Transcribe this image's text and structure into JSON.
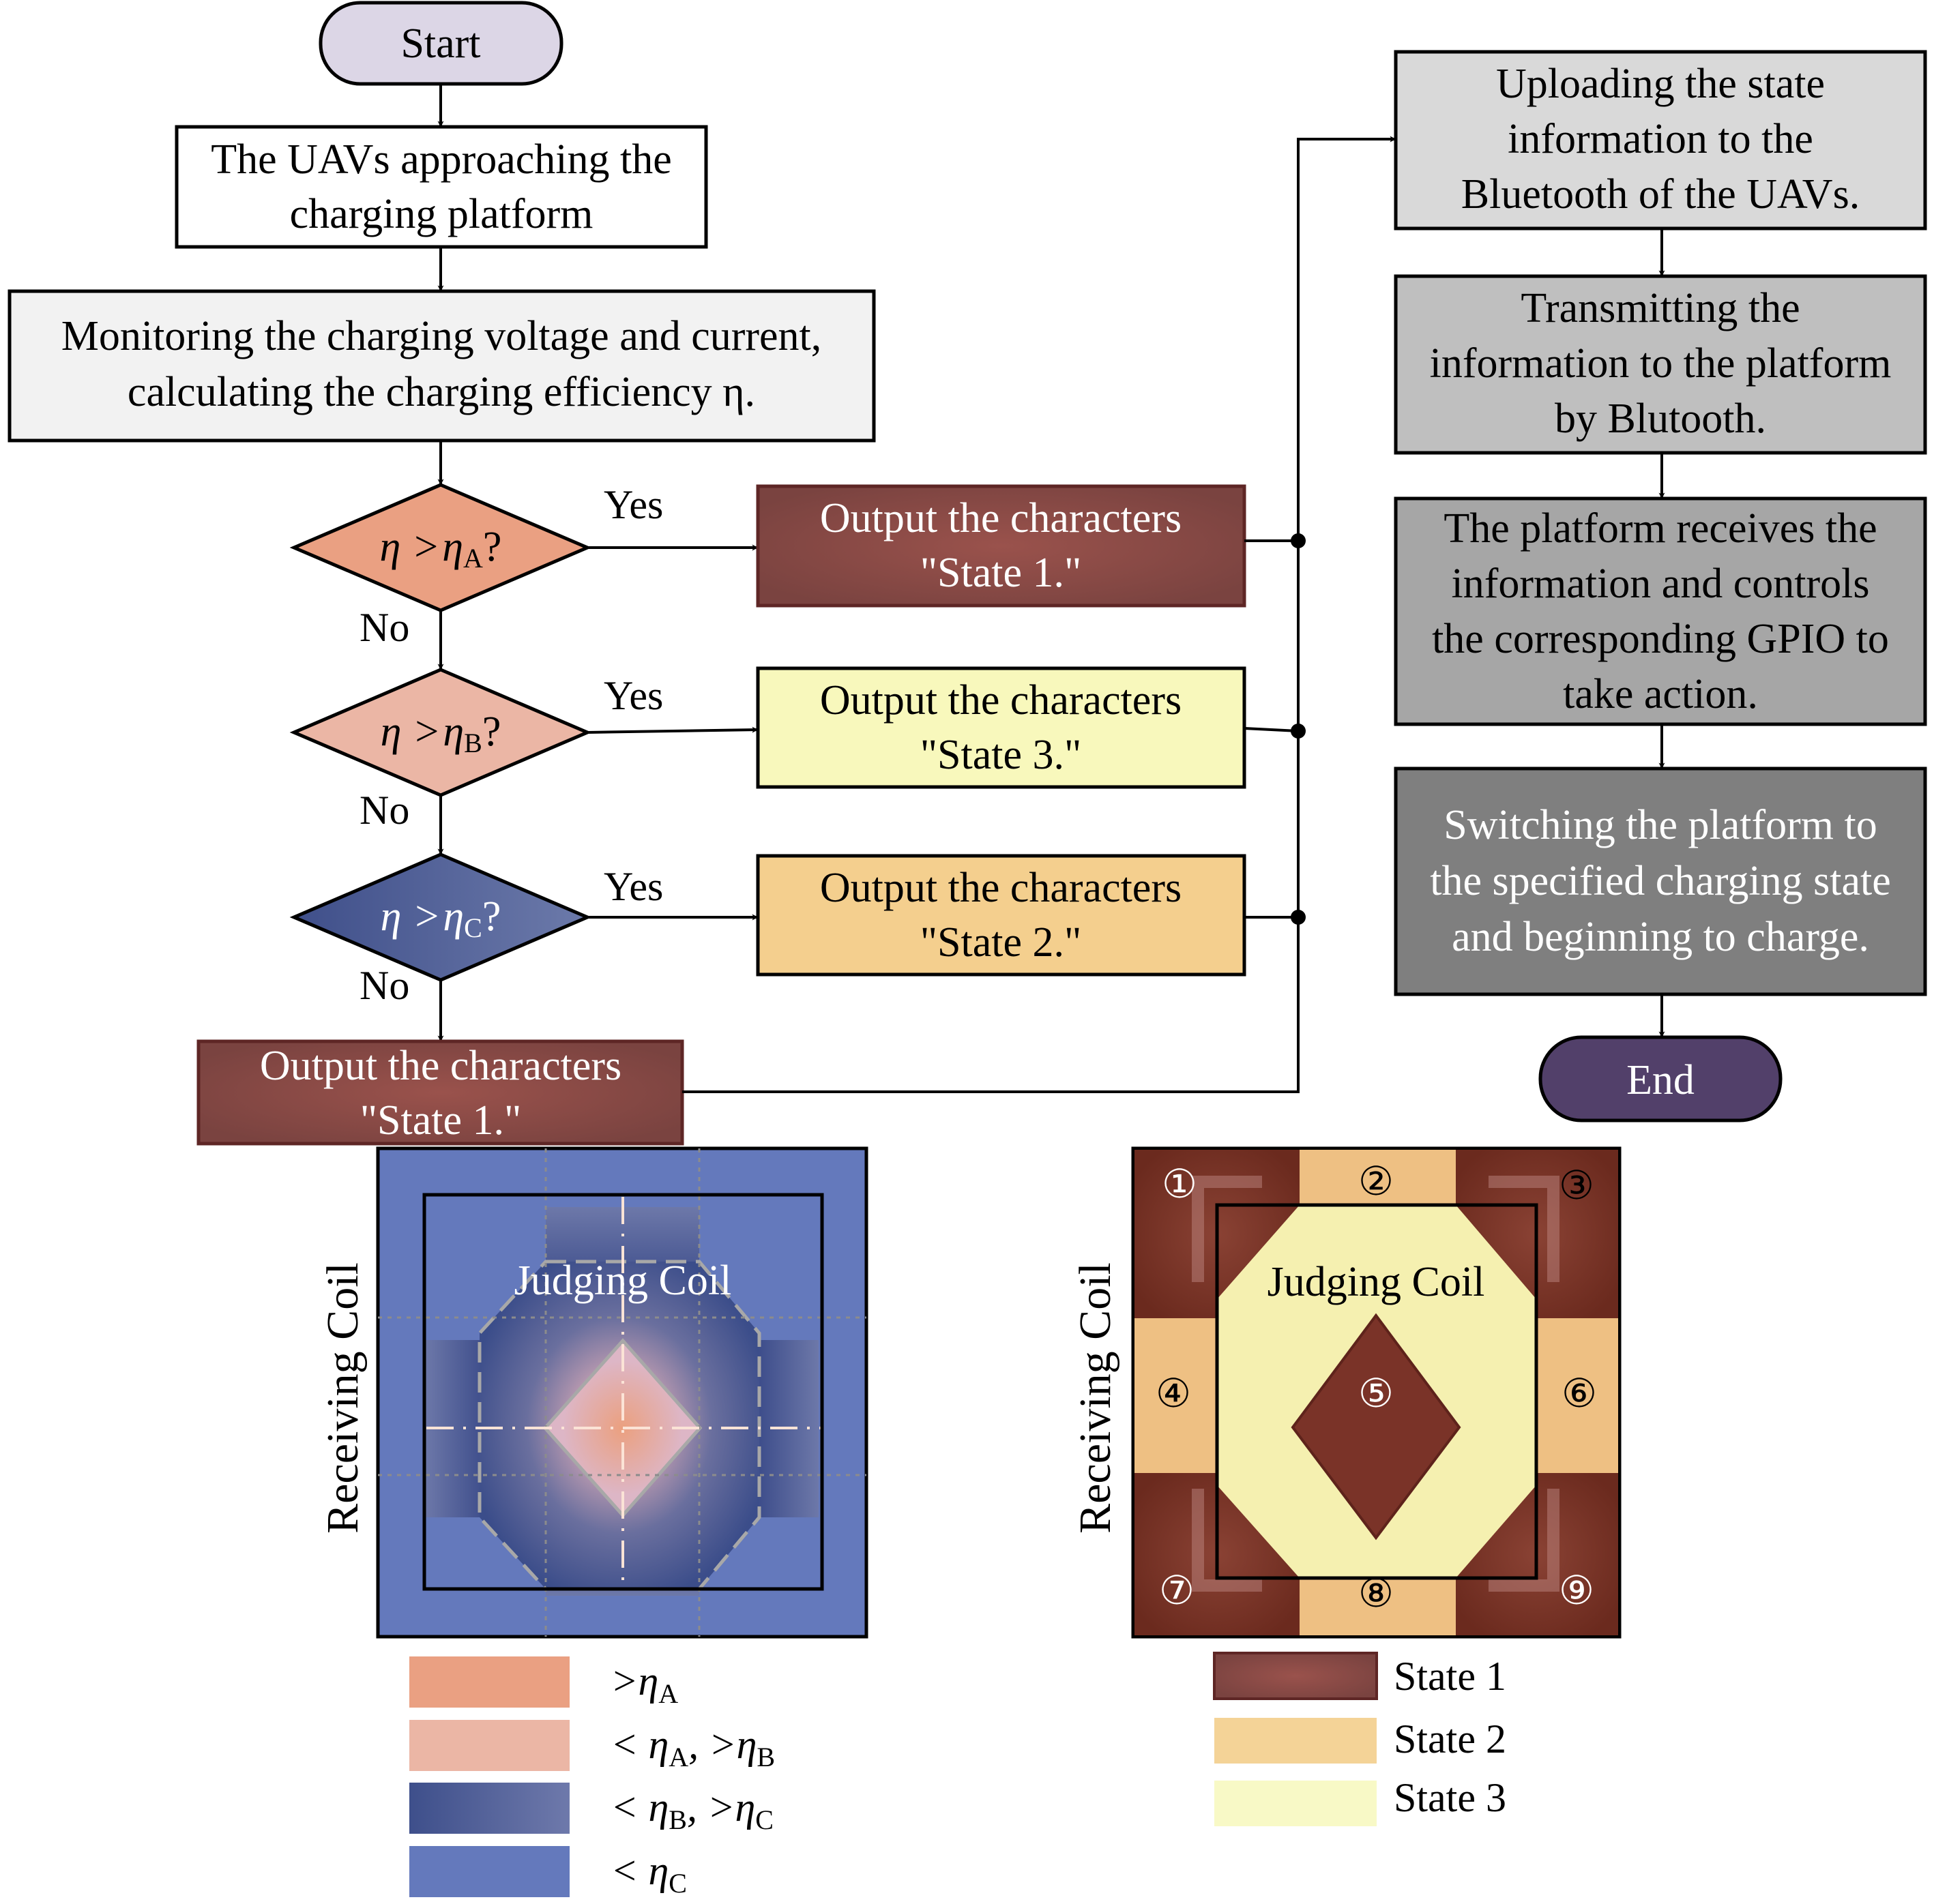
{
  "flowchart": {
    "start": "Start",
    "end": "End",
    "approach": [
      "The UAVs approaching the",
      "charging platform"
    ],
    "monitor": [
      "Monitoring the charging voltage and current,",
      "calculating the charging efficiency  η."
    ],
    "decisions": [
      {
        "lhs": "η",
        "op": ">",
        "rhs": "η",
        "sub": "A",
        "q": "?",
        "yes": "Yes",
        "no": "No",
        "color": "#eaa082"
      },
      {
        "lhs": "η",
        "op": ">",
        "rhs": "η",
        "sub": "B",
        "q": "?",
        "yes": "Yes",
        "no": "No",
        "color": "#ebb6a5"
      },
      {
        "lhs": "η",
        "op": ">",
        "rhs": "η",
        "sub": "C",
        "q": "?",
        "yes": "Yes",
        "no": "No",
        "color": "#4a5a94"
      }
    ],
    "outputs": [
      {
        "line1": "Output the characters",
        "line2": "\"State 1.\"",
        "color": "#7b4542"
      },
      {
        "line1": "Output the characters",
        "line2": "\"State 3.\"",
        "color": "#f8f8bc"
      },
      {
        "line1": "Output the characters",
        "line2": "\"State 2.\"",
        "color": "#f4cf8e"
      },
      {
        "line1": "Output the characters",
        "line2": "\"State 1.\"",
        "color": "#7b4542"
      }
    ],
    "right_steps": [
      {
        "lines": [
          "Uploading the state",
          "information to the",
          "Bluetooth of the UAVs."
        ],
        "color": "#d9d9d9"
      },
      {
        "lines": [
          "Transmitting the",
          "information to the platform",
          "by Blutooth."
        ],
        "color": "#bfbfbf"
      },
      {
        "lines": [
          "The platform receives the",
          "information and controls",
          "the corresponding GPIO to",
          "take action."
        ],
        "color": "#a6a6a6"
      },
      {
        "lines": [
          "Switching the platform  to",
          "the specified charging state",
          "and beginning to charge."
        ],
        "color": "#7f7f7f"
      }
    ]
  },
  "left_coil": {
    "receiving_label": "Receiving Coil",
    "judging_label": "Judging Coil",
    "legend": [
      {
        "label": ">η",
        "sub": "A",
        "tail": "",
        "color": "#eaa082"
      },
      {
        "label": "< η",
        "sub": "A",
        "tail": ", >η",
        "sub2": "B",
        "color": "#ebb6a5"
      },
      {
        "label": "< η",
        "sub": "B",
        "tail": ", >η",
        "sub2": "C",
        "color": "#4a5a94"
      },
      {
        "label": "< η",
        "sub": "C",
        "tail": "",
        "color": "#6479bc"
      }
    ]
  },
  "right_coil": {
    "receiving_label": "Receiving Coil",
    "judging_label": "Judging Coil",
    "positions": [
      "①",
      "②",
      "③",
      "④",
      "⑤",
      "⑥",
      "⑦",
      "⑧",
      "⑨"
    ],
    "legend": [
      {
        "label": "State 1",
        "color": "#7b4542"
      },
      {
        "label": "State 2",
        "color": "#f4d397"
      },
      {
        "label": "State 3",
        "color": "#f8f9c6"
      }
    ]
  }
}
